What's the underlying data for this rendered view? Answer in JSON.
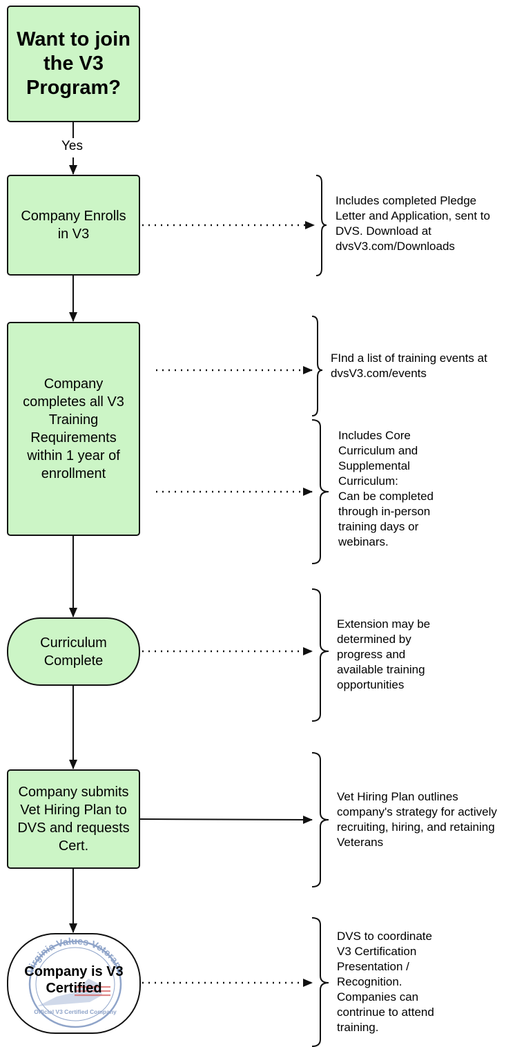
{
  "start": {
    "title": "Want to join\nthe V3\nProgram?"
  },
  "edge_yes": "Yes",
  "steps": {
    "enroll": "Company Enrolls\nin V3",
    "training": "Company\ncompletes all V3\nTraining\nRequirements\nwithin 1 year of\nenrollment",
    "curriculum": "Curriculum\nComplete",
    "submit": "Company submits\nVet Hiring Plan to\nDVS and requests\nCert.",
    "certified": "Company is V3\nCertified"
  },
  "seal": {
    "arc_text": "Virginia Values Veterans",
    "bottom_text": "Official V3 Certified Company"
  },
  "notes": {
    "enroll": "Includes completed Pledge\nLetter and Application, sent to\nDVS. Download at\ndvsV3.com/Downloads",
    "events": "FInd a list of training events at\ndvsV3.com/events",
    "curriculum": "Includes Core\nCurriculum and\nSupplemental\nCurriculum:\nCan be completed\nthrough in-person\ntraining days or\nwebinars.",
    "extension": "Extension may be\ndetermined by\nprogress and\navailable training\nopportunities",
    "vet_plan": "Vet Hiring Plan outlines\ncompany's strategy for actively\nrecruiting, hiring, and retaining\nVeterans",
    "dvs": "DVS to coordinate\nV3 Certification\nPresentation /\nRecognition.\nCompanies can\ncontrinue to attend\ntraining."
  },
  "colors": {
    "box_fill": "#ccf5c6",
    "stroke": "#111111",
    "seal_blue": "#8fa4c9",
    "seal_red": "#d96b6b"
  }
}
